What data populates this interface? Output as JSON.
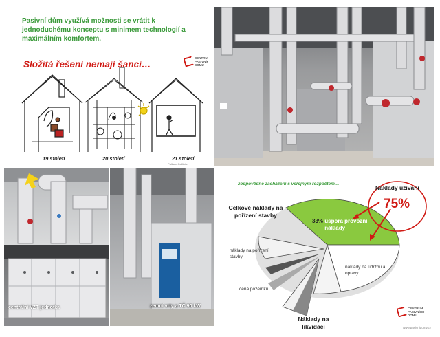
{
  "slide_passive": {
    "text": "Pasivní dům  využívá možnosti se vrátit k jednoduchému konceptu s minimem technologií a maximálním komfortem.",
    "subtitle": "Složitá řešení nemají šanci…",
    "logo": "CENTRUM PASIVNÍHO DOMU",
    "houses": [
      "19.století",
      "20.století",
      "21.století"
    ],
    "credit": "Pallade Guillotier"
  },
  "photos": {
    "caption_unit": "centrální VZT jednotka",
    "caption_heatpump": "zemní vrty a TČ 90 kW"
  },
  "slide_costs": {
    "heading": "zodpovědné zacházení s veřejným rozpočtem…",
    "total_label": "Celkové náklady na pořízení stavby",
    "user_costs_label": "Náklady uživání",
    "user_costs_share": "75%",
    "disposal_label": "Náklady na likvidaci",
    "logo": "CENTRUM PASIVNÍHO DOMU",
    "url": "www.pasivnidomy.cz",
    "slices": {
      "operating_pct": "33%",
      "operating_label": "úspora provozní náklady",
      "acquisition": "náklady na pořízení stavby",
      "land": "cena pozemku",
      "maintenance": "náklady na údržbu a opravy"
    },
    "colors": {
      "green": "#8ac93f",
      "red": "#d01a14",
      "title_green": "#3a9a3a"
    }
  }
}
